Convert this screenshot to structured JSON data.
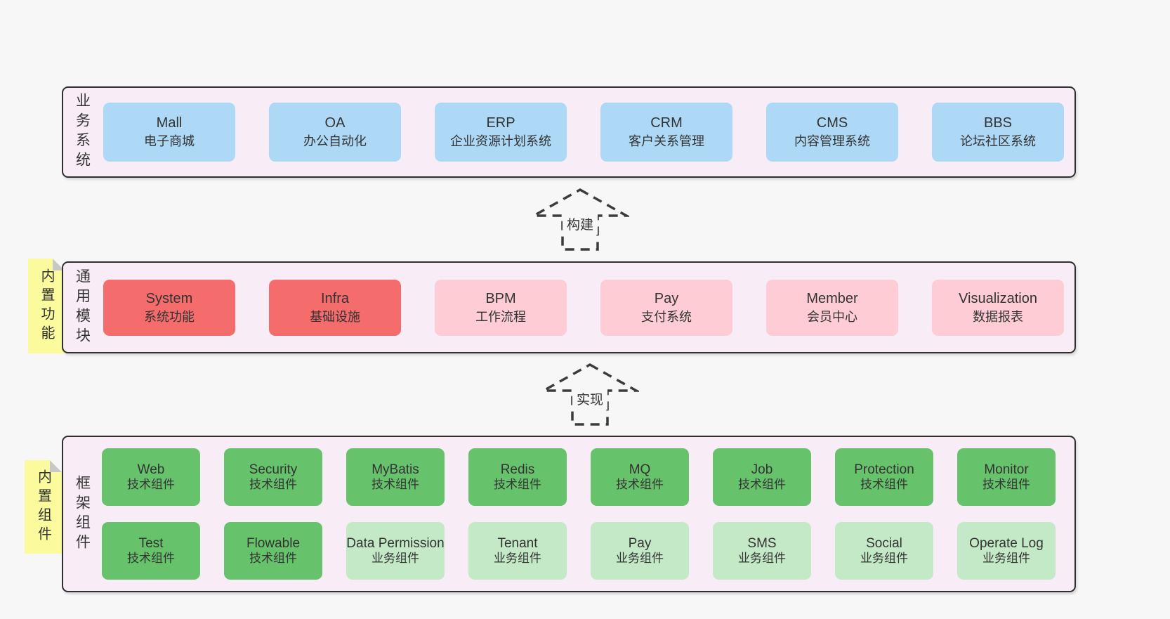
{
  "layers": {
    "business": {
      "side_label": "业务系统",
      "boxes": [
        {
          "name": "Mall",
          "desc": "电子商城",
          "variant": "blue"
        },
        {
          "name": "OA",
          "desc": "办公自动化",
          "variant": "blue"
        },
        {
          "name": "ERP",
          "desc": "企业资源计划系统",
          "variant": "blue"
        },
        {
          "name": "CRM",
          "desc": "客户关系管理",
          "variant": "blue"
        },
        {
          "name": "CMS",
          "desc": "内容管理系统",
          "variant": "blue"
        },
        {
          "name": "BBS",
          "desc": "论坛社区系统",
          "variant": "blue"
        }
      ]
    },
    "modules": {
      "side_label": "通用模块",
      "note_label": "内置功能",
      "boxes": [
        {
          "name": "System",
          "desc": "系统功能",
          "variant": "red"
        },
        {
          "name": "Infra",
          "desc": "基础设施",
          "variant": "red"
        },
        {
          "name": "BPM",
          "desc": "工作流程",
          "variant": "pink"
        },
        {
          "name": "Pay",
          "desc": "支付系统",
          "variant": "pink"
        },
        {
          "name": "Member",
          "desc": "会员中心",
          "variant": "pink"
        },
        {
          "name": "Visualization",
          "desc": "数据报表",
          "variant": "pink"
        }
      ]
    },
    "components": {
      "side_label": "框架组件",
      "note_label": "内置组件",
      "row1": [
        {
          "name": "Web",
          "desc": "技术组件",
          "variant": "green"
        },
        {
          "name": "Security",
          "desc": "技术组件",
          "variant": "green"
        },
        {
          "name": "MyBatis",
          "desc": "技术组件",
          "variant": "green"
        },
        {
          "name": "Redis",
          "desc": "技术组件",
          "variant": "green"
        },
        {
          "name": "MQ",
          "desc": "技术组件",
          "variant": "green"
        },
        {
          "name": "Job",
          "desc": "技术组件",
          "variant": "green"
        },
        {
          "name": "Protection",
          "desc": "技术组件",
          "variant": "green"
        },
        {
          "name": "Monitor",
          "desc": "技术组件",
          "variant": "green"
        }
      ],
      "row2": [
        {
          "name": "Test",
          "desc": "技术组件",
          "variant": "green"
        },
        {
          "name": "Flowable",
          "desc": "技术组件",
          "variant": "green"
        },
        {
          "name": "Data Permission",
          "desc": "业务组件",
          "variant": "green-light"
        },
        {
          "name": "Tenant",
          "desc": "业务组件",
          "variant": "green-light"
        },
        {
          "name": "Pay",
          "desc": "业务组件",
          "variant": "green-light"
        },
        {
          "name": "SMS",
          "desc": "业务组件",
          "variant": "green-light"
        },
        {
          "name": "Social",
          "desc": "业务组件",
          "variant": "green-light"
        },
        {
          "name": "Operate Log",
          "desc": "业务组件",
          "variant": "green-light"
        }
      ]
    }
  },
  "arrows": [
    {
      "label": "构建"
    },
    {
      "label": "实现"
    }
  ],
  "colors": {
    "bg": "#f7f7f7",
    "panel": "#f8edf6",
    "panel-border": "#2f2f2f",
    "text": "#333333",
    "blue": "#aed9f6",
    "red": "#f56c6c",
    "pink": "#fdccd4",
    "green": "#67c36b",
    "green-light": "#c3e9c6",
    "yellow": "#fbfa9d",
    "fold": "#c8c8c8",
    "arrow": "#3b3b3b"
  }
}
